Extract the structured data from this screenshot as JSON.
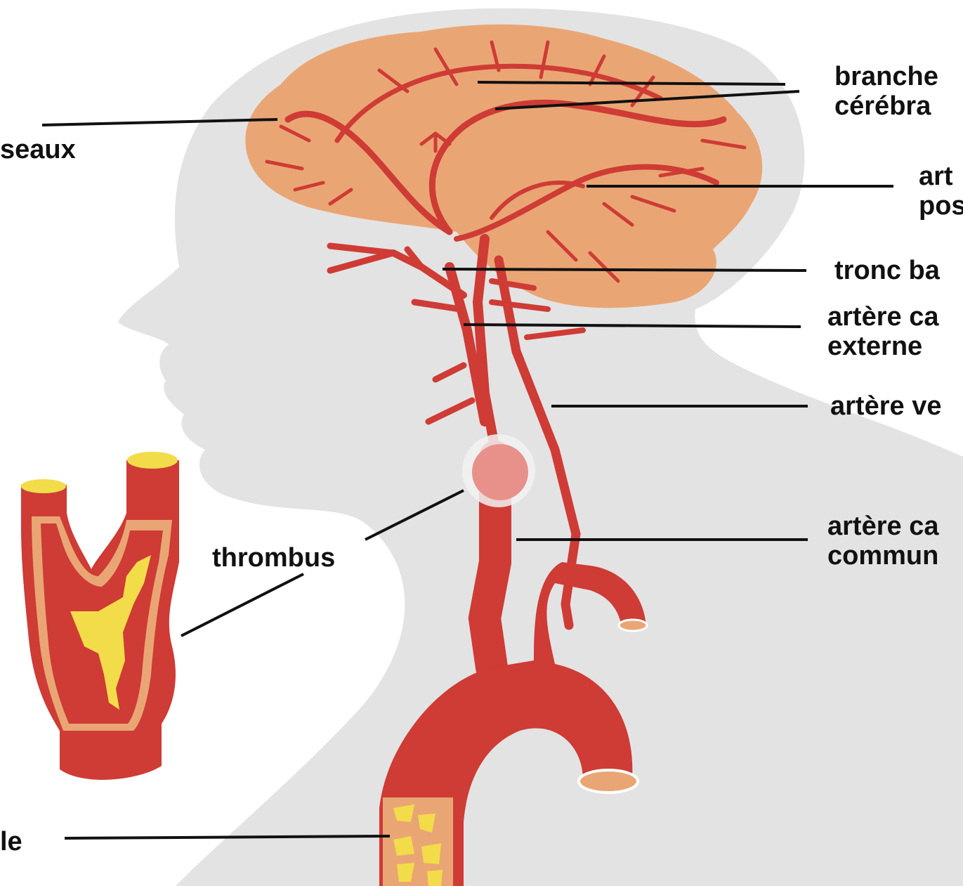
{
  "labels": {
    "vaisseaux": "seaux",
    "branches": {
      "line1": "branche",
      "line2": "cérébra"
    },
    "art_post": {
      "line1": "art",
      "line2": "pos"
    },
    "tronc": "tronc ba",
    "carotide_externe": {
      "line1": "artère ca",
      "line2": "externe"
    },
    "vertebrale": "artère ve",
    "carotide_commune": {
      "line1": "artère ca",
      "line2": "commun"
    },
    "thrombus": "thrombus",
    "bottom_left": "le"
  },
  "colors": {
    "background": "#ffffff",
    "silhouette": "#e3e3e3",
    "brain": "#e9a674",
    "artery": "#cf3b35",
    "artery_dark": "#a82a27",
    "plaque": "#f2dc4a",
    "vessel_wall": "#e8a06c",
    "thrombus_highlight": "#f2f2f2",
    "leader_line": "#111111"
  }
}
